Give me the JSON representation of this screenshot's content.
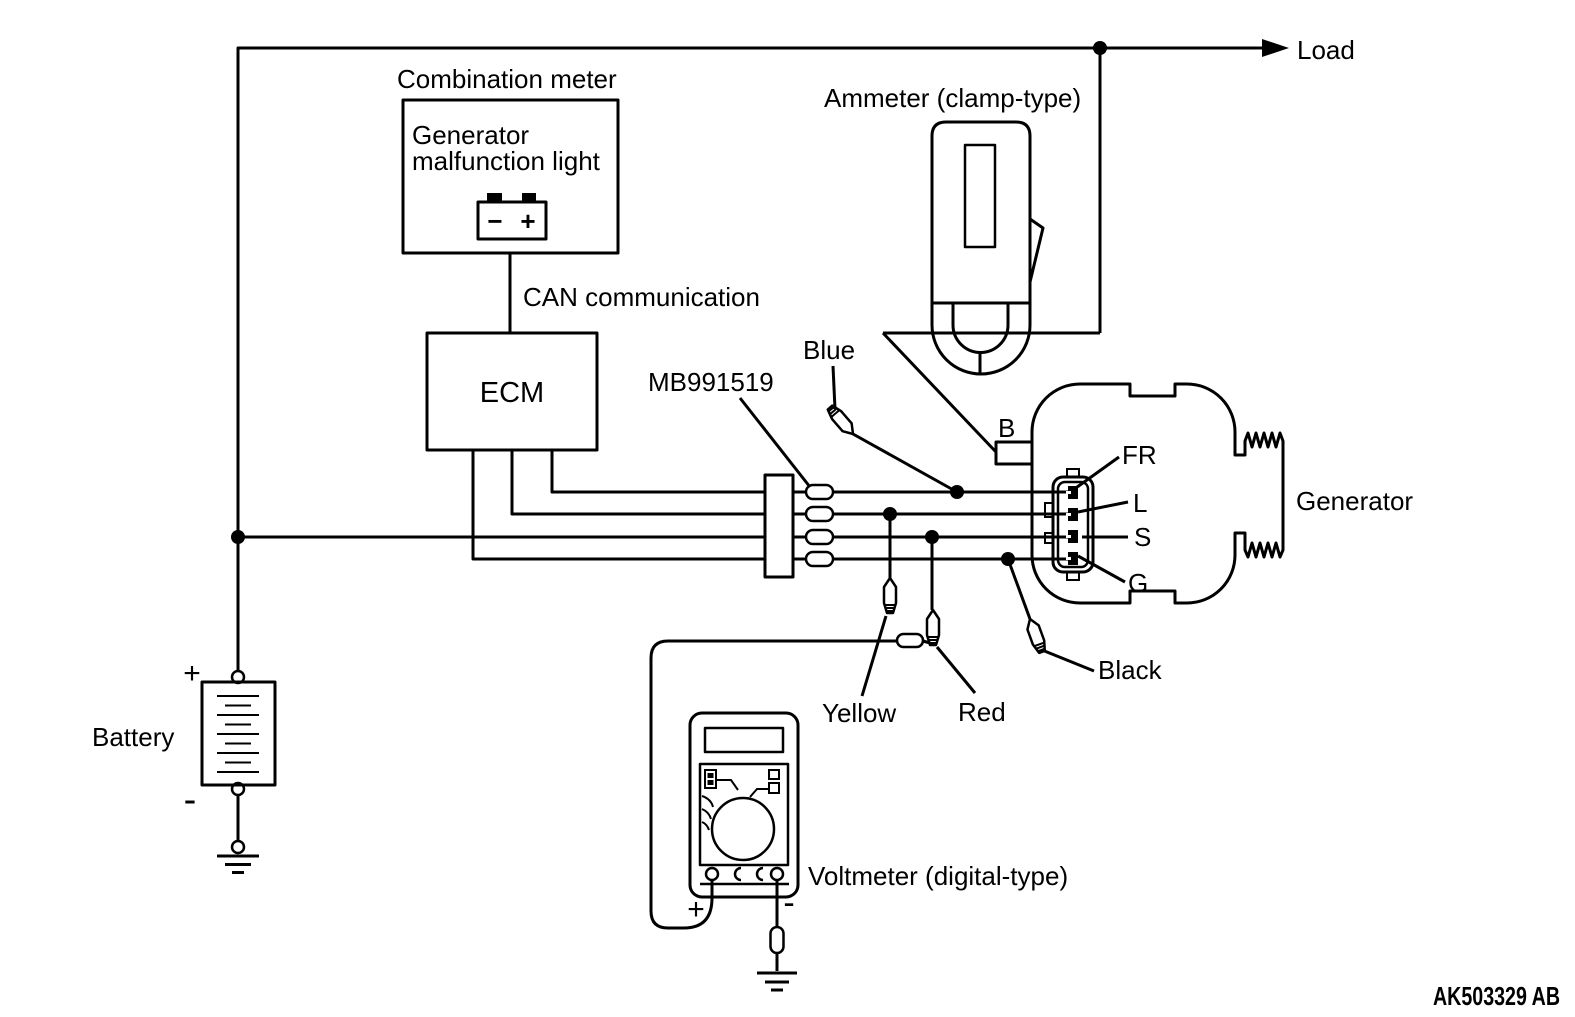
{
  "labels": {
    "load": "Load",
    "combination_meter": "Combination meter",
    "gen_mal_line1": "Generator",
    "gen_mal_line2": "malfunction light",
    "can": "CAN communication",
    "ecm": "ECM",
    "mb991519": "MB991519",
    "ammeter": "Ammeter (clamp-type)",
    "voltmeter": "Voltmeter (digital-type)",
    "generator": "Generator",
    "battery": "Battery"
  },
  "terminals": {
    "b": "B",
    "fr": "FR",
    "l": "L",
    "s": "S",
    "g": "G"
  },
  "probes": {
    "blue": "Blue",
    "yellow": "Yellow",
    "red": "Red",
    "black": "Black"
  },
  "signs": {
    "battery_plus": "+",
    "battery_minus": "-",
    "voltmeter_plus": "+",
    "voltmeter_minus": "-",
    "lamp_minus": "−",
    "lamp_plus": "+"
  },
  "footer_code": "AK503329 AB",
  "colors": {
    "line": "#000000",
    "background": "#ffffff"
  }
}
